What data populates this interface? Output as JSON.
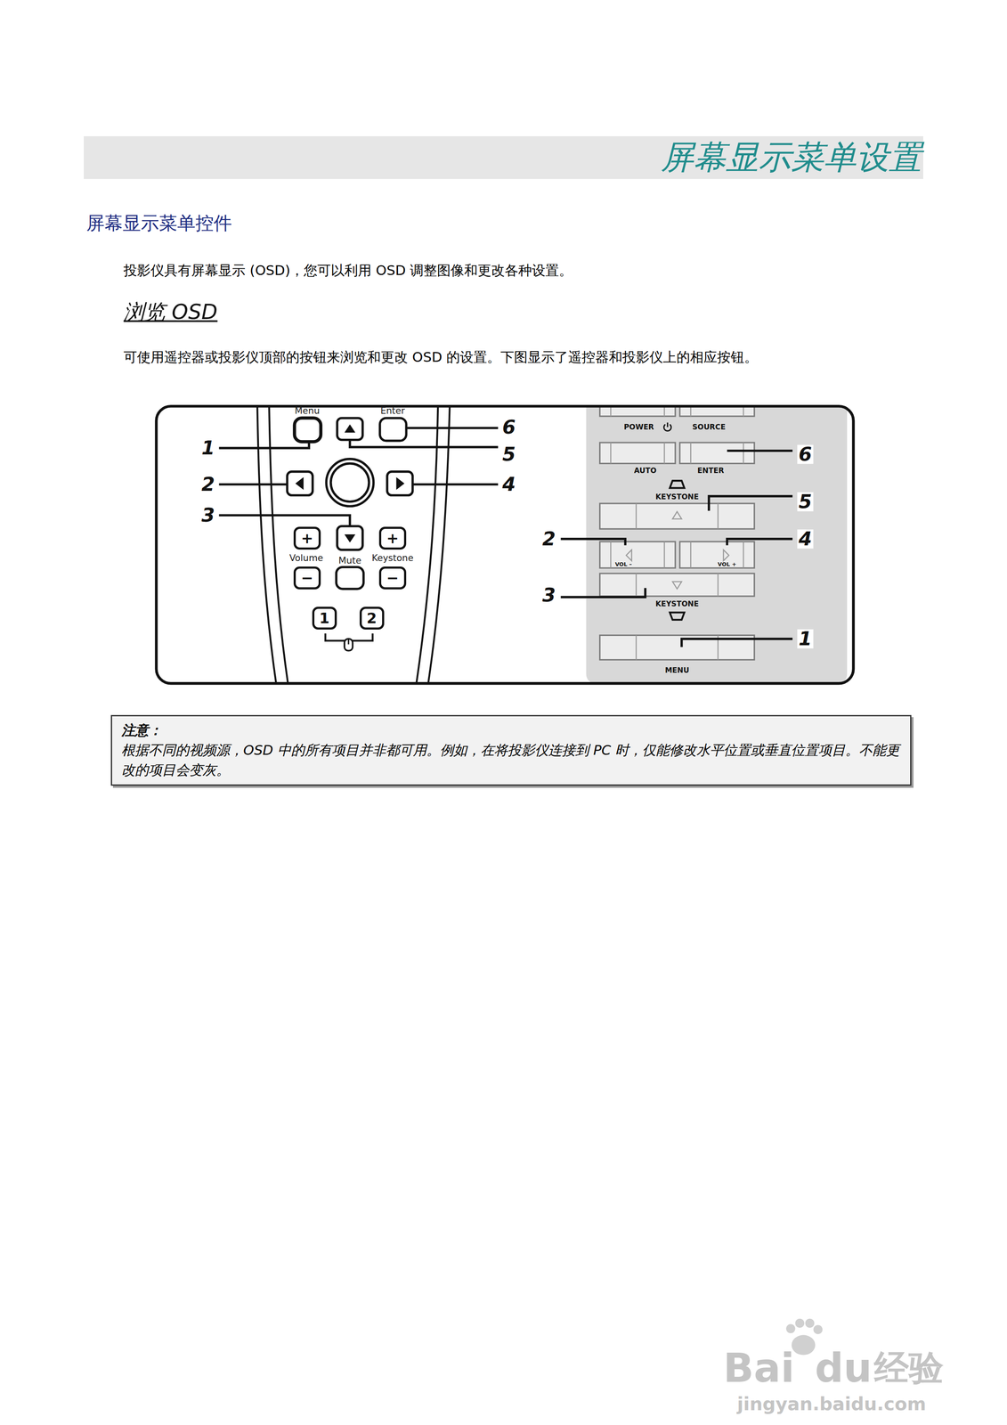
{
  "diagram": {
    "title": "屏幕显示菜单设置",
    "nodes": [
      {
        "text": [
          "+"
        ]
      },
      {
        "text": [
          "+"
        ]
      },
      {
        "text": [
          "−"
        ]
      },
      {
        "text": [
          "−"
        ]
      },
      {
        "text": [
          "1"
        ]
      },
      {
        "text": [
          "2"
        ]
      },
      {
        "text": [
          "注意：",
          "根据不同的视频源，OSD 中的所有项目并非都可用。例如，在将投影仪连接到 PC 时，仅能修改水平位置或垂直位置项目。不能更改的项目会变灰。"
        ]
      }
    ],
    "labels": [
      "屏幕显示菜单控件",
      "投影仪具有屏幕显示 (OSD)，您可以利用 OSD 调整图像和更改各种设置。",
      "浏览 OSD",
      "可使用遥控器或投影仪顶部的按钮来浏览和更改 OSD 的设置。下图显示了遥控器和投影仪上的相应按钮。",
      "Menu",
      "Enter",
      "1",
      "2",
      "3",
      "4",
      "5",
      "6",
      "Volume",
      "Mute",
      "Keystone",
      "POWER",
      "SOURCE",
      "AUTO",
      "ENTER",
      "KEYSTONE",
      "6",
      "5",
      "2",
      "4",
      "VOL –",
      "VOL +",
      "3",
      "KEYSTONE",
      "1",
      "MENU",
      "Bai",
      "du",
      "经验",
      "jingyan.baidu.com"
    ]
  }
}
